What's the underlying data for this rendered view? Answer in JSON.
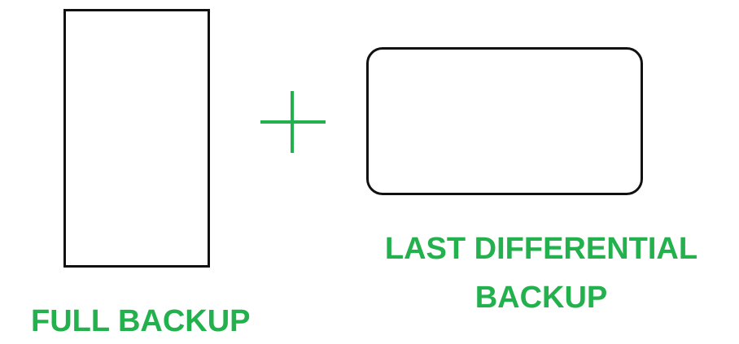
{
  "diagram": {
    "accent_color": "#22b14c",
    "stroke_color": "#111111",
    "full_backup": {
      "shape": "rectangle",
      "label": "FULL BACKUP"
    },
    "operator": {
      "icon": "plus-icon"
    },
    "differential_backup": {
      "shape": "rounded-rectangle",
      "label_line1": "LAST DIFFERENTIAL",
      "label_line2": "BACKUP"
    }
  }
}
